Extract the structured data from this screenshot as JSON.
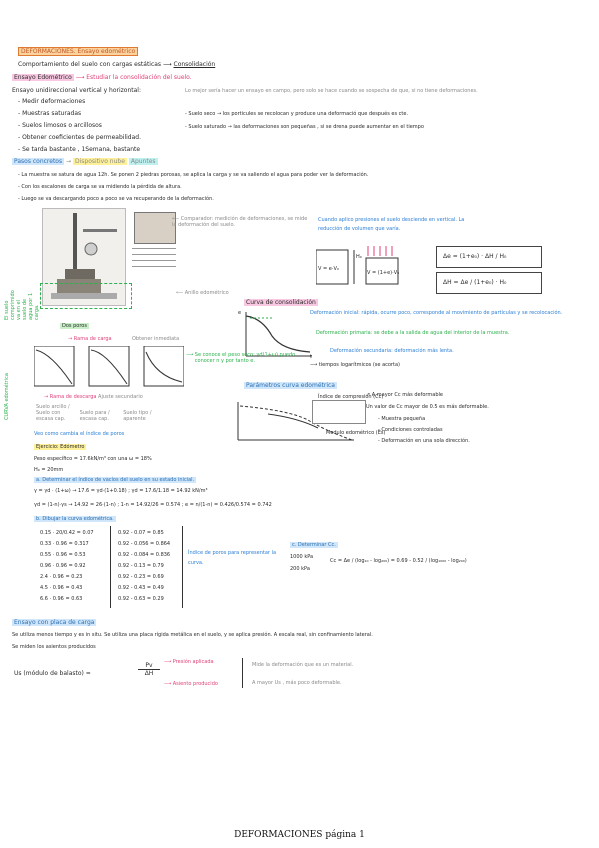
{
  "title": "DEFORMACIONES. Ensayo edométrico",
  "line1": {
    "a": "Comportamiento del suelo con cargas estáticas",
    "b": "Consolidación"
  },
  "edometrico": {
    "label": "Ensayo Edométrico",
    "arrow": "Estudiar la consolidación del suelo."
  },
  "left_list": {
    "intro": "Ensayo unidireccional vertical y horizontal:",
    "items": [
      "Medir deformaciones",
      "Muestras saturadas",
      "Suelos limosos o arcillosos",
      "Obtener coeficientes de permeabilidad.",
      "Se tarda bastante , 1Semana, bastante"
    ]
  },
  "right_notes": {
    "n1": "Lo mejor sería hacer un ensayo en campo, pero solo se hace cuando se sospecha de que, si no tiene deformaciones.",
    "n2": "Suelo seco → los porticules se recolocan y produce una deformació que después es cte.",
    "n3": "Suelo saturado → las deformaciones son pequeñas , si se drena puede aumentar en el tiempo"
  },
  "pasos": {
    "label": "Pasos concretos",
    "sub": "Dispositivo nube",
    "apuntes": "Apuntes",
    "items": [
      "La muestra se satura de agua 12h. Se ponen 2 piedras porosas, se aplica la carga y se va saliendo el agua para poder ver la deformación.",
      "Con los escalones de carga se va midiendo la pérdida de altura.",
      "Luego se va descargando poco a poco se va recuperando de la deformación."
    ]
  },
  "comparador": "Comparador: medición de deformaciones, se mide la deformación del suelo.",
  "anillo": "Anillo edométrico",
  "el_suelo": "El suelo comprimido va en el suelo de agua por 1 carga.",
  "cuando": "Cuando aplico presiones el suelo desciende en vertical. La reducción de volumen que varía.",
  "formula1": {
    "lhs": "Δe",
    "rhs": "(1+e₀) · ΔH / H₀"
  },
  "formula2": {
    "lhs": "ΔH",
    "rhs": "Δe / (1+e₀) · H₀"
  },
  "diagram_labels": {
    "v1": "V = e·V₀",
    "v2": "V = (1+e)·V₀",
    "ho": "H₀"
  },
  "consolidacion": {
    "label": "Curva de consolidación",
    "inicial": "Deformación inicial: rápida, ocurre poco, corresponde al movimiento de partículas y se recolocación.",
    "primaria": "Deformación primaria: se debe a la salida de agua del interior de la muestra.",
    "secundaria": "Deformación secundaria: deformación más lenta.",
    "tiempos": "tiempos logarítmicos (se acorta)",
    "axis_e": "e",
    "axis_t": "t"
  },
  "dos_ptos": "Dos poros",
  "rama_carga": "Rama de carga",
  "rama_descarga": "Rama de descarga",
  "obtener": "Obtener inmediata",
  "se_conoce": "Se conoce el peso seco: γd(1+ω) puedo conocer n y por tanto e.",
  "descarga_cap": "Ajuste secundario",
  "curva_edom": "CURVA edométrica",
  "parametros": "Parámetros curva edométrica",
  "indice_label": "Índice de compresión (Cc)",
  "modulo_label": "Modulo edométrico (Es)",
  "cc_notes": {
    "a": "A mayor Cc más deformable",
    "b": "Un valor de Cc mayor de 0.5 es más deformable.",
    "items": [
      "Muestra pequeña",
      "Condiciones controladas",
      "Deformación en una sola dirección."
    ]
  },
  "veo": "Veo como cambia el índice de poros",
  "ejercicio": {
    "label": "Ejercicio: Edómetro",
    "datos1": "Peso específico = 17.6kN/m³ con una ω = 18%",
    "datos2": "H₀ = 20mm",
    "a": "a. Determinar el índice de vacíos del suelo en su estado inicial.",
    "eq1": "γ = γd · (1+ω) → 17.6 = γd·(1+0.18) ; γd = 17.6/1.18 = 14.92 kN/m³",
    "eq2": "γd = (1-n)·γs → 14.92 = 26·(1-n) ; 1-n = 14.92/26 = 0.574 ; e = n/(1-n) = 0.426/0.574 = 0.742",
    "b": "b. Dibujar la curva edométrica."
  },
  "table_left": [
    "0.15 · 20/0.42 = 0.07",
    "0.33 · 0.96 = 0.317",
    "0.55 · 0.96 = 0.53",
    "0.96 · 0.96 = 0.92",
    "2.4 · 0.96 = 0.23",
    "4.5 · 0.96 = 0.43",
    "6.6 · 0.96 = 0.63"
  ],
  "table_right": [
    "0.92 - 0.07 = 0.85",
    "0.92 - 0.056 = 0.864",
    "0.92 - 0.084 = 0.836",
    "0.92 - 0.13 = 0.79",
    "0.92 - 0.23 = 0.69",
    "0.92 - 0.43 = 0.49",
    "0.92 - 0.63 = 0.29"
  ],
  "indice_poros": "Índice de poros para representar la curva.",
  "cc_det": {
    "label": "c. Determinar Cc.",
    "p1": "1000 kPa",
    "p2": "200 kPa",
    "eq": "Cc = Δe / (log₁₀ - log₂₀₀) = 0.69 - 0.52 / (log₁₀₀₀ - log₂₀₀)"
  },
  "placa": {
    "label": "Ensayo con placa de carga",
    "l1": "Se utiliza menos tiempo y es in situ. Se utiliza una placa rígida metálica en el suelo, y se aplica presión. A escala real, sin confinamiento lateral.",
    "l2": "Se miden los asientos producidos",
    "us": "Us (módulo de balasto) =",
    "num": "Pv",
    "den": "ΔH",
    "pres": "Presión aplicada",
    "asiento": "Asiento producido",
    "note1": "Mide la deformación que es un material.",
    "note2": "A mayor Us , más poco deformable."
  },
  "footer": "DEFORMACIONES página 1"
}
